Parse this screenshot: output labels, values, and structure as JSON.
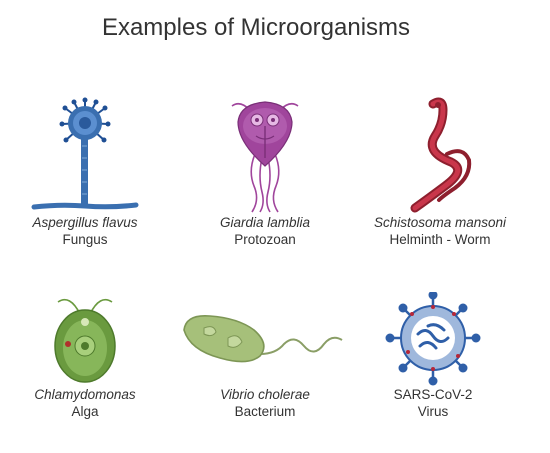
{
  "title": "Examples of Microorganisms",
  "organisms": [
    {
      "name": "Aspergillus flavus",
      "type": "Fungus",
      "icon": "fungus-icon",
      "color": "#3a6fb0"
    },
    {
      "name": "Giardia lamblia",
      "type": "Protozoan",
      "icon": "protozoan-icon",
      "color": "#a0459c"
    },
    {
      "name": "Schistosoma mansoni",
      "type": "Helminth - Worm",
      "icon": "worm-icon",
      "color": "#b0283a"
    },
    {
      "name": "Chlamydomonas",
      "type": "Alga",
      "icon": "alga-icon",
      "color": "#6a9a3f"
    },
    {
      "name": "Vibrio cholerae",
      "type": "Bacterium",
      "icon": "bacterium-icon",
      "color": "#a6c07a"
    },
    {
      "name": "SARS-CoV-2",
      "type": "Virus",
      "icon": "virus-icon",
      "color": "#2f5fa8"
    }
  ]
}
